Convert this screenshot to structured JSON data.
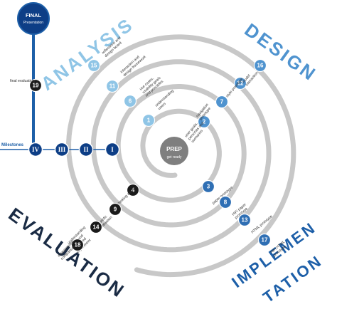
{
  "colors": {
    "track": "#c8c8c8",
    "dark": "#1a1a1a",
    "light_blue": "#8fc5e6",
    "mid_blue": "#4f93cf",
    "blue": "#2f6fb4",
    "navy": "#0d3e86",
    "milestone_line": "#1d5fa8"
  },
  "phases": {
    "analysis": "ANALYSIS",
    "design": "DESIGN",
    "evaluation": "EVALUATION",
    "implementation_1": "IMPLEMEN",
    "implementation_2": "TATION"
  },
  "center": {
    "title": "PREP",
    "subtitle": "get ready"
  },
  "final": {
    "title": "FINAL",
    "subtitle": "Presentation"
  },
  "milestones_label": "Milestones",
  "milestones": [
    "I",
    "II",
    "III",
    "IV"
  ],
  "steps": [
    {
      "n": "1",
      "label": "understanding users"
    },
    {
      "n": "2",
      "label": "user goals, personas and scenarios"
    },
    {
      "n": "3",
      "label": "paper prototype"
    },
    {
      "n": "4",
      "label": "thinking aloud"
    },
    {
      "n": "6",
      "label": "use cases, usability goals and principles"
    },
    {
      "n": "7",
      "label": "navigation prototype"
    },
    {
      "n": "8",
      "label": "HiFi paper prototype"
    },
    {
      "n": "9",
      "label": "heuristic evaluation"
    },
    {
      "n": "11",
      "label": "interaction and design framework"
    },
    {
      "n": "12",
      "label": "style prototype"
    },
    {
      "n": "13",
      "label": "HTML prototype"
    },
    {
      "n": "14",
      "label": "understanding users and controlled experiment"
    },
    {
      "n": "15",
      "label": "reflections and design board"
    },
    {
      "n": "16",
      "label": "model interaction"
    },
    {
      "n": "17",
      "label": "HiFi HTML prototype"
    },
    {
      "n": "18",
      "label": "experimental comparison"
    },
    {
      "n": "19",
      "label": "final evaluation"
    }
  ]
}
